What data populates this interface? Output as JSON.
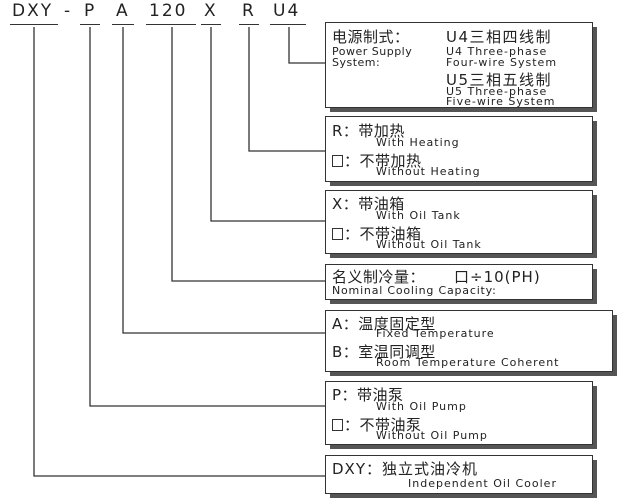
{
  "code": {
    "parts": [
      "DXY",
      "-",
      "P",
      "A",
      "120",
      "X",
      "R",
      "U4"
    ]
  },
  "power": {
    "label_cn": "电源制式：",
    "label_en_1": "Power Supply",
    "label_en_2": "System:",
    "u4_cn": "U4三相四线制",
    "u4_en_1": "U4 Three-phase",
    "u4_en_2": "Four-wire System",
    "u5_cn": "U5三相五线制",
    "u5_en_1": "U5 Three-phase",
    "u5_en_2": "Five-wire System"
  },
  "heating": {
    "r_cn": "R：带加热",
    "r_en": "With Heating",
    "none_cn": "：不带加热",
    "none_en": "Without Heating"
  },
  "oil_tank": {
    "x_cn": "X：带油箱",
    "x_en": "With Oil Tank",
    "none_cn": "：不带油箱",
    "none_en": "Without Oil Tank"
  },
  "capacity": {
    "cn": "名义制冷量：",
    "formula": "口÷10(PH)",
    "en": "Nominal Cooling Capacity:"
  },
  "temperature": {
    "a_cn": "A：温度固定型",
    "a_en": "Fixed Temperature",
    "b_cn": "B：室温同调型",
    "b_en": "Room Temperature Coherent"
  },
  "pump": {
    "p_cn": "P：带油泵",
    "p_en": "With Oil Pump",
    "none_cn": "：不带油泵",
    "none_en": "Without Oil Pump"
  },
  "product": {
    "cn": "DXY：独立式油冷机",
    "en": "Independent Oil Cooler"
  }
}
